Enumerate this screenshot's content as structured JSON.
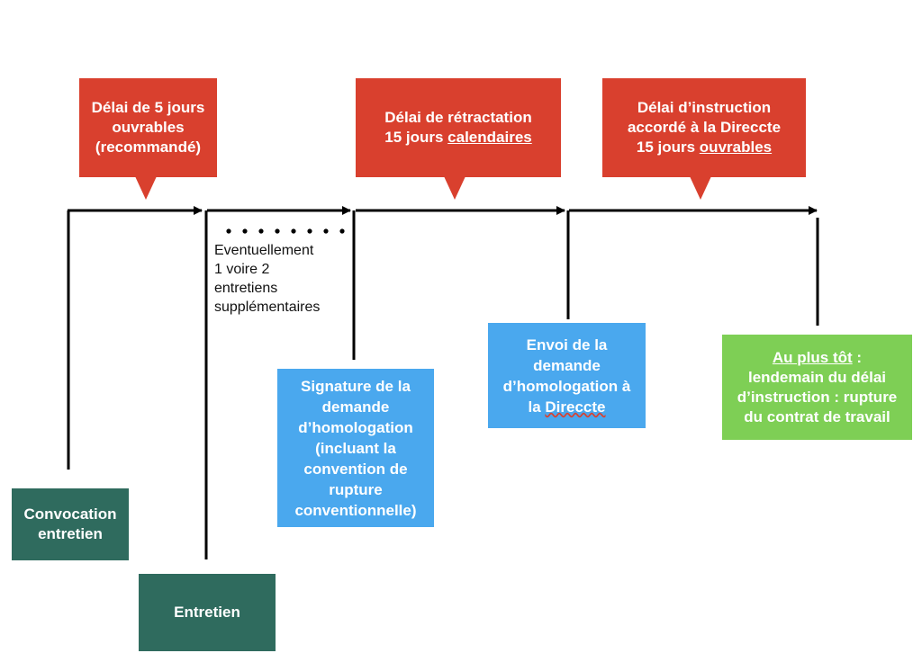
{
  "delays": {
    "preavis": {
      "line1": "Délai de 5 jours",
      "line2": "ouvrables",
      "line3": "(recommandé)"
    },
    "retractation": {
      "line1": "Délai de rétractation",
      "line2_prefix": "15 jours ",
      "line2_underlined": "calendaires"
    },
    "instruction": {
      "line1": "Délai d’instruction",
      "line2": "accordé à la Direccte",
      "line3_prefix": "15 jours ",
      "line3_underlined": "ouvrables"
    }
  },
  "steps": {
    "convocation": {
      "line1": "Convocation",
      "line2": "entretien"
    },
    "entretien": {
      "label": "Entretien"
    },
    "signature": {
      "line1": "Signature de la",
      "line2": "demande",
      "line3": "d’homologation",
      "line4": "(incluant la",
      "line5": "convention de",
      "line6": "rupture",
      "line7": "conventionnelle)"
    },
    "envoi": {
      "line1": "Envoi de la",
      "line2": "demande",
      "line3": "d’homologation à",
      "line4_prefix": "la ",
      "line4_underlined": "Direccte"
    },
    "rupture": {
      "line1_underlined": "Au plus tôt",
      "line1_suffix": " :",
      "line2": "lendemain du délai",
      "line3": "d’instruction : rupture",
      "line4": "du contrat de travail"
    }
  },
  "note": {
    "line1": "Eventuellement",
    "line2": "1 voire 2",
    "line3": "entretiens",
    "line4": "supplémentaires"
  },
  "colors": {
    "delay": "#d9402e",
    "step_blue": "#4aa8ee",
    "step_teal": "#2f6b5e",
    "step_green": "#7ecf55",
    "timeline": "#000000"
  }
}
